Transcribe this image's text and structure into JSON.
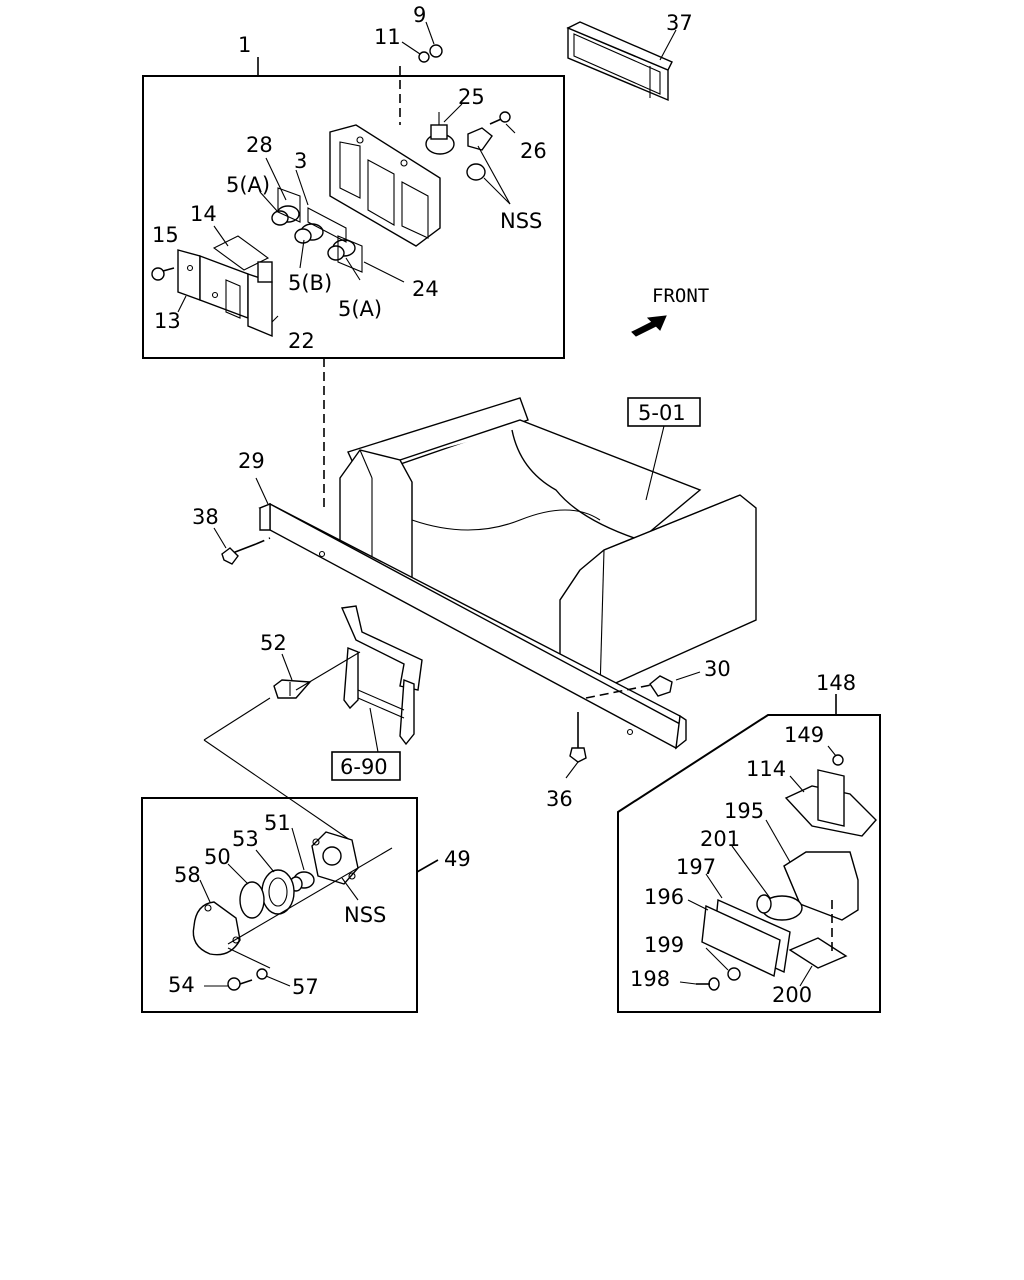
{
  "labels": {
    "l1": "1",
    "l9": "9",
    "l11": "11",
    "l25": "25",
    "l26": "26",
    "l28": "28",
    "l3": "3",
    "l5a_top": "5(A)",
    "l14": "14",
    "l15": "15",
    "l13": "13",
    "l22": "22",
    "l5b": "5(B)",
    "l24": "24",
    "l5a_bot": "5(A)",
    "l_nss_top": "NSS",
    "l37": "37",
    "front": "FRONT",
    "ref_501": "5-01",
    "l29": "29",
    "l38": "38",
    "l52": "52",
    "l30": "30",
    "ref_690": "6-90",
    "l36": "36",
    "l148": "148",
    "l149": "149",
    "l114": "114",
    "l195": "195",
    "l201": "201",
    "l197": "197",
    "l196": "196",
    "l199": "199",
    "l198": "198",
    "l200": "200",
    "l49": "49",
    "l51": "51",
    "l53": "53",
    "l50": "50",
    "l58": "58",
    "l_nss_bot": "NSS",
    "l54": "54",
    "l57": "57"
  }
}
